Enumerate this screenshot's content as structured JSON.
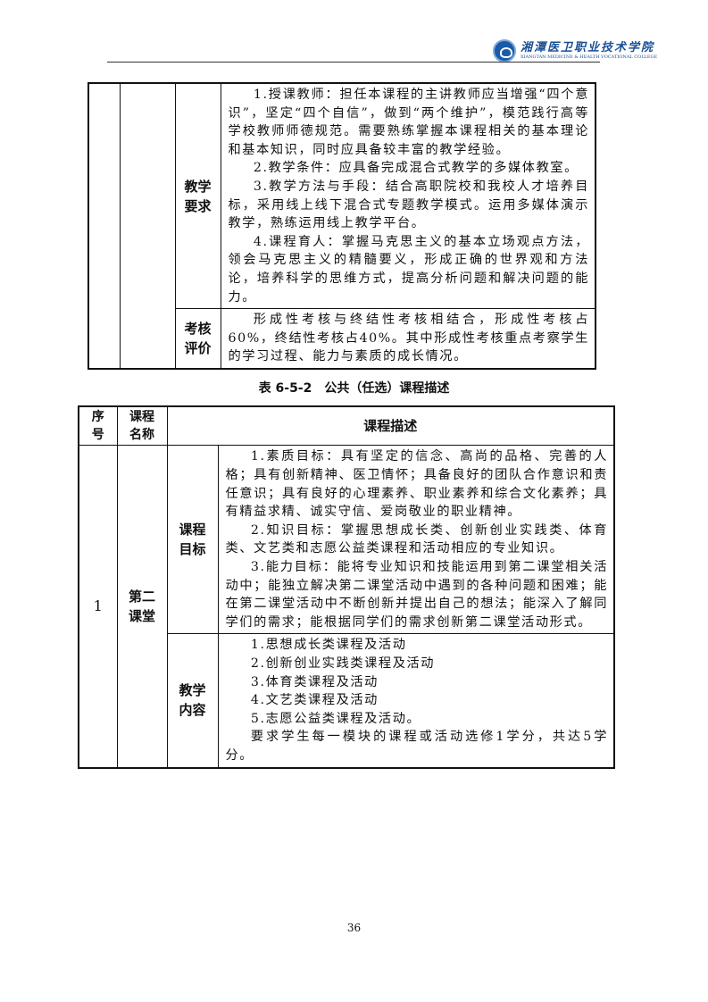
{
  "header": {
    "logo_text_cn": "湘潭医卫职业技术学院",
    "logo_text_en": "XIANGTAN MEDICINE & HEALTH VOCATIONAL COLLEGE"
  },
  "table1": {
    "rows": [
      {
        "label": "教学\n要求",
        "paragraphs": [
          "1.授课教师：担任本课程的主讲教师应当增强“四个意识”，坚定“四个自信”，做到“两个维护”，模范践行高等学校教师师德规范。需要熟练掌握本课程相关的基本理论和基本知识，同时应具备较丰富的教学经验。",
          "2.教学条件：应具备完成混合式教学的多媒体教室。",
          "3.教学方法与手段：结合高职院校和我校人才培养目标，采用线上线下混合式专题教学模式。运用多媒体演示教学，熟练运用线上教学平台。",
          "4.课程育人：掌握马克思主义的基本立场观点方法，领会马克思主义的精髓要义，形成正确的世界观和方法论，培养科学的思维方式，提高分析问题和解决问题的能力。"
        ]
      },
      {
        "label": "考核\n评价",
        "paragraphs": [
          "形成性考核与终结性考核相结合，形成性考核占60%，终结性考核占40%。其中形成性考核重点考察学生的学习过程、能力与素质的成长情况。"
        ]
      }
    ]
  },
  "table2": {
    "caption": "表 6-5-2　公共（任选）课程描述",
    "headers": {
      "no": "序\n号",
      "name": "课程\n名称",
      "desc": "课程描述"
    },
    "row": {
      "no": "1",
      "name": "第二\n课堂",
      "sections": [
        {
          "label": "课程\n目标",
          "paragraphs": [
            "1.素质目标：具有坚定的信念、高尚的品格、完善的人格；具有创新精神、医卫情怀；具备良好的团队合作意识和责任意识；具有良好的心理素养、职业素养和综合文化素养；具有精益求精、诚实守信、爱岗敬业的职业精神。",
            "2.知识目标：掌握思想成长类、创新创业实践类、体育类、文艺类和志愿公益类课程和活动相应的专业知识。",
            "3.能力目标：能将专业知识和技能运用到第二课堂相关活动中；能独立解决第二课堂活动中遇到的各种问题和困难；能在第二课堂活动中不断创新并提出自己的想法；能深入了解同学们的需求；能根据同学们的需求创新第二课堂活动形式。"
          ]
        },
        {
          "label": "教学\n内容",
          "paragraphs": [
            "1.思想成长类课程及活动",
            "2.创新创业实践类课程及活动",
            "3.体育类课程及活动",
            "4.文艺类课程及活动",
            "5.志愿公益类课程及活动。",
            "要求学生每一模块的课程或活动选修1学分，共达5学分。"
          ]
        }
      ]
    }
  },
  "footer": {
    "page_number": "36"
  }
}
